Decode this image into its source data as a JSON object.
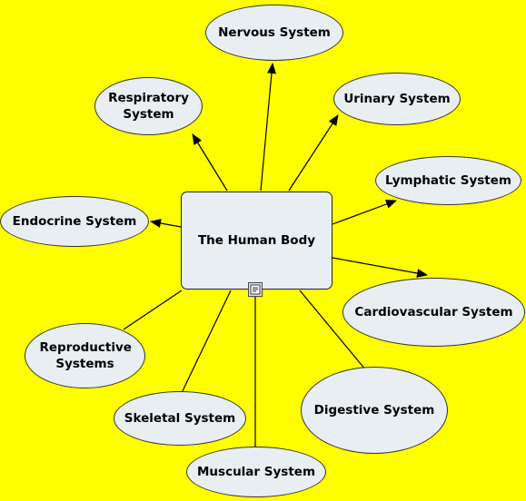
{
  "center": "The Human Body",
  "nodes": {
    "nervous": "Nervous System",
    "respiratory": "Respiratory System",
    "urinary": "Urinary System",
    "lymphatic": "Lymphatic System",
    "endocrine": "Endocrine System",
    "cardiovascular": "Cardiovascular System",
    "reproductive": "Reproductive Systems",
    "digestive": "Digestive System",
    "skeletal": "Skeletal System",
    "muscular": "Muscular System"
  },
  "colors": {
    "background": "#ffff00",
    "node_fill": "#e8eef2",
    "line": "#000000"
  },
  "icons": {
    "center_attachment": "document-icon"
  }
}
